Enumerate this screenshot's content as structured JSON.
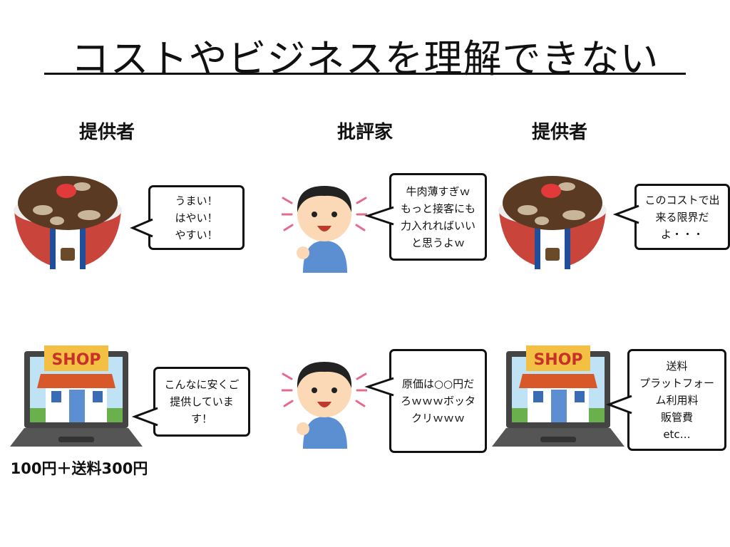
{
  "slide": {
    "title": "コストやビジネスを理解できない",
    "headings": [
      "提供者",
      "批評家",
      "提供者"
    ],
    "bubbles": {
      "provider_food": [
        "うまい！",
        "はやい！",
        "やすい！"
      ],
      "critic_food": [
        "牛肉薄すぎｗ",
        "もっと接客にも",
        "力入れればいい",
        "と思うよｗ"
      ],
      "provider_food_reply": [
        "このコストで出",
        "来る限界だ",
        "よ・・・"
      ],
      "provider_shop": [
        "こんなに安くご",
        "提供していま",
        "す！"
      ],
      "critic_shop": [
        "原価は○○円だ",
        "ろｗｗｗボッタ",
        "クリｗｗｗ"
      ],
      "provider_shop_reply": [
        "送料",
        "プラットフォー",
        "ム利用料",
        "販管費",
        "etc…"
      ]
    },
    "price_caption": "100円＋送料300円",
    "shop_sign": "SHOP",
    "colors": {
      "bowl_red": "#c9453b",
      "bowl_blue": "#1f4f9c",
      "beef": "#5a3a22",
      "shirt": "#5b8fd1",
      "sign": "#f3c043",
      "sign_text": "#c8302a"
    }
  }
}
